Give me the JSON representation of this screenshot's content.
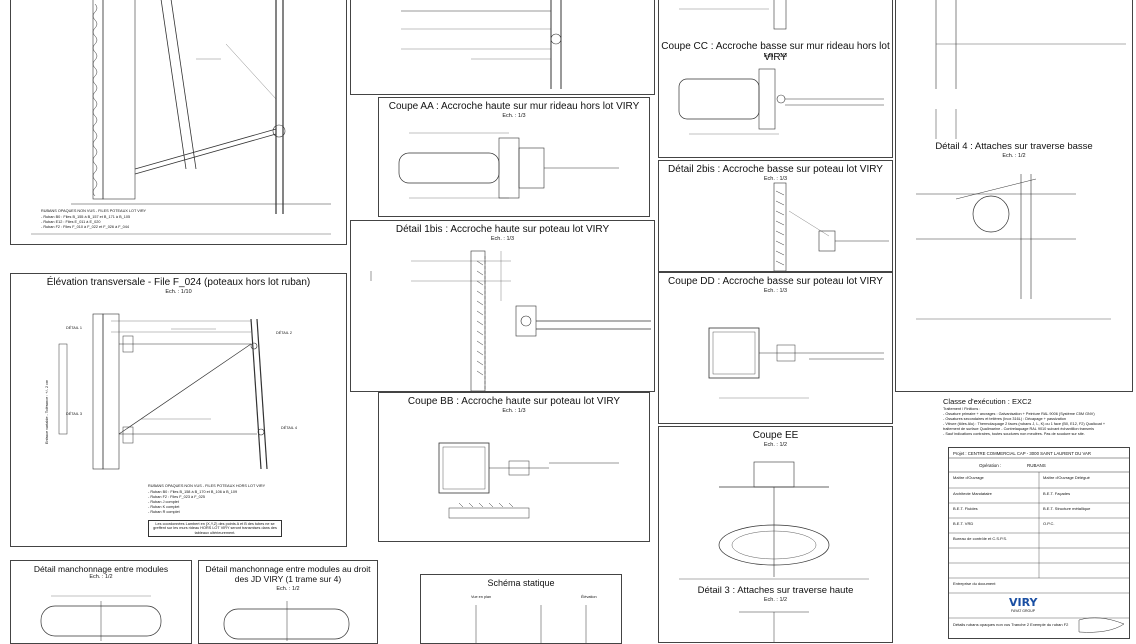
{
  "panels": {
    "top_left_notes": {
      "rubans_title": "RUBANS OPAQUES NON VUS - FILES POTEAUX LOT VIRY",
      "lines": [
        "- Ruban B0 : Files B_155 à B_157 et B_171 à B_105",
        "- Ruban E12 : Files E_011 à E_020",
        "- Ruban F2 : Files F_010 à F_022 et F_026 à F_044"
      ]
    },
    "elevation": {
      "title": "Élévation transversale - File F_024 (poteaux hors lot ruban)",
      "scale": "Ech. : 1/10",
      "detail1": "DÉTAIL 1",
      "detail2": "DÉTAIL 2",
      "detail3": "DÉTAIL 3",
      "detail4": "DÉTAIL 4",
      "rubans_title": "RUBANS OPAQUES NON VUS - FILES POTEAUX HORS LOT VIRY",
      "lines": [
        "- Ruban B0 : Files B_158 à B_170 et B_106 à B_109",
        "- Ruban F2 : Files F_023 à F_025",
        "- Ruban J complet",
        "- Ruban K complet",
        "- Ruban R complet"
      ],
      "coord_note": "Les coordonnées Lambert en (X,Y,Z) des points A et B des tubes ne se greffent sur les murs rideau HORS LOT VIRY seront transmises dans des tableaux ultérieurement.",
      "vertical_text": "Entraxe variable - Tolérance : +/- 2 cm"
    },
    "detail_manchonnage_1": {
      "title": "Détail manchonnage entre modules",
      "scale": "Ech. : 1/2"
    },
    "detail_manchonnage_2": {
      "title": "Détail manchonnage entre modules au droit des JD VIRY (1 trame sur 4)",
      "scale": "Ech. : 1/2"
    },
    "coupe_aa": {
      "title": "Coupe AA :  Accroche haute sur mur rideau hors lot VIRY",
      "scale": "Ech. : 1/3"
    },
    "detail_1bis": {
      "title": "Détail 1bis : Accroche haute sur poteau lot VIRY",
      "scale": "Ech. : 1/3"
    },
    "coupe_bb": {
      "title": "Coupe BB :  Accroche haute sur poteau lot VIRY",
      "scale": "Ech. : 1/3"
    },
    "schema_statique": {
      "title": "Schéma statique",
      "vue_en_plan": "Vue en plan",
      "elevation": "Élévation"
    },
    "coupe_cc": {
      "title": "Coupe CC :  Accroche basse sur mur rideau hors lot VIRY",
      "scale": "Ech. : 1/3"
    },
    "detail_2bis": {
      "title": "Détail 2bis : Accroche basse sur poteau lot VIRY",
      "scale": "Ech. : 1/3"
    },
    "coupe_dd": {
      "title": "Coupe DD :  Accroche basse sur poteau lot VIRY",
      "scale": "Ech. : 1/3"
    },
    "coupe_ee": {
      "title": "Coupe EE",
      "scale": "Ech. : 1/2"
    },
    "detail_3": {
      "title": "Détail 3 : Attaches sur traverse haute",
      "scale": "Ech. : 1/2"
    },
    "detail_4": {
      "title": "Détail 4 : Attaches sur traverse basse",
      "scale": "Ech. : 1/2"
    },
    "classe": {
      "title": "Classe d'exécution : EXC2",
      "lines": [
        "Traitement / Finitions :",
        "- Ossature primaire + ancrages : Galvanisation + Peinture RAL 9006 (Système C5M GNV)",
        "- Ossatures secondaires et tetières (Inox 316L) : Décapage + passivation",
        "- Vitrure (tôles Alu) : Thermolaquage 2 faces (rubans J, L, K) ou 1 face (B0, E12, F2) Qualicoat +",
        "  traitement de surface Qualimarine - Contrelaquage RAL 9010 suivant échantillon transmis",
        "- Sauf indications contraires, toutes soudures non meulées. Pas de soudure sur site."
      ]
    }
  },
  "title_block": {
    "project": "Projet : CENTRE COMMERCIAL CAP - 3000 SAINT LAURENT DU VAR",
    "operation_label": "Opération :",
    "operation": "RUBANS",
    "rows": [
      "Maître d'Ouvrage",
      "Maître d'Ouvrage Délégué",
      "Architecte Mandataire",
      "B.E.T. Façades",
      "B.E.T. Fluides",
      "B.E.T. Structure métallique",
      "B.E.T. VRD",
      "O.P.C.",
      "Bureau de contrôle et C.S.P.S.",
      "Entreprise du document"
    ],
    "company": "VIRY",
    "company_sub": "FAYAT GROUP",
    "doc_title": "Détails rubans opaques non vus Tranche 2 Exemple du ruban F2"
  },
  "colors": {
    "line": "#222222",
    "logo": "#1a4fa3"
  }
}
